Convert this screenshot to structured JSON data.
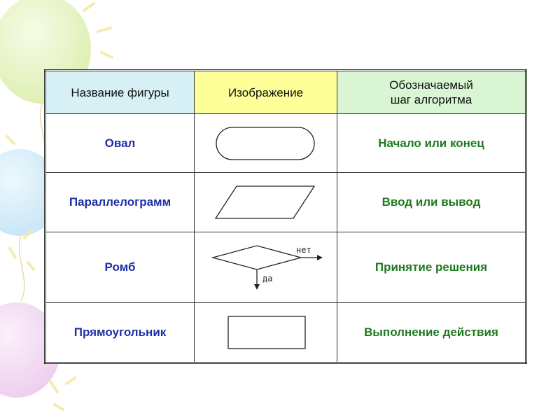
{
  "table": {
    "headers": {
      "name": "Название фигуры",
      "image": "Изображение",
      "step_line1": "Обозначаемый",
      "step_line2": "шаг алгоритма"
    },
    "rows": [
      {
        "name": "Овал",
        "shape": "oval",
        "step": "Начало или конец"
      },
      {
        "name": "Параллелограмм",
        "shape": "parallelogram",
        "step": "Ввод или вывод"
      },
      {
        "name": "Ромб",
        "shape": "diamond",
        "step": "Принятие решения",
        "label_no": "нет",
        "label_yes": "да"
      },
      {
        "name": "Прямоугольник",
        "shape": "rectangle",
        "step": "Выполнение действия"
      }
    ]
  },
  "colors": {
    "header_name_bg": "#d6f0f6",
    "header_image_bg": "#ffff99",
    "header_step_bg": "#d9f5d3",
    "name_text": "#1f2ea8",
    "step_text": "#1c7a1c"
  }
}
